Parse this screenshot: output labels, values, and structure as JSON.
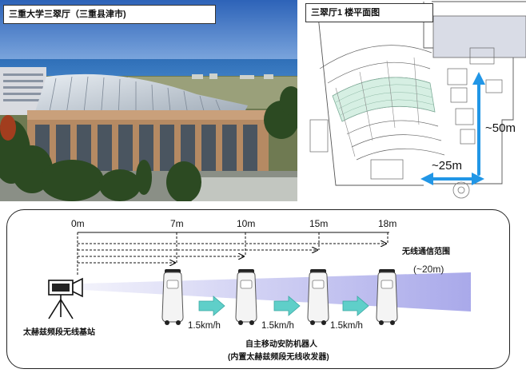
{
  "photo": {
    "title": "三重大学三翠厅（三重县津市)"
  },
  "floor_plan": {
    "title": "三翠厅1 楼平面图",
    "length_label": "~50m",
    "width_label": "~25m"
  },
  "diagram": {
    "distances": [
      "0m",
      "7m",
      "10m",
      "15m",
      "18m"
    ],
    "range_title": "无线通信范围",
    "range_value": "(~20m)",
    "base_station_label": "太赫兹频段无线基站",
    "speeds": [
      "1.5km/h",
      "1.5km/h",
      "1.5km/h"
    ],
    "robot_label_line1": "自主移动安防机器人",
    "robot_label_line2": "(内置太赫兹频段无线收发器)"
  },
  "colors": {
    "beam_start": "#f2f2fb",
    "beam_end": "#a9a9ea",
    "arrow_teal": "#5fcfc9",
    "dimension_blue": "#2196e6"
  }
}
